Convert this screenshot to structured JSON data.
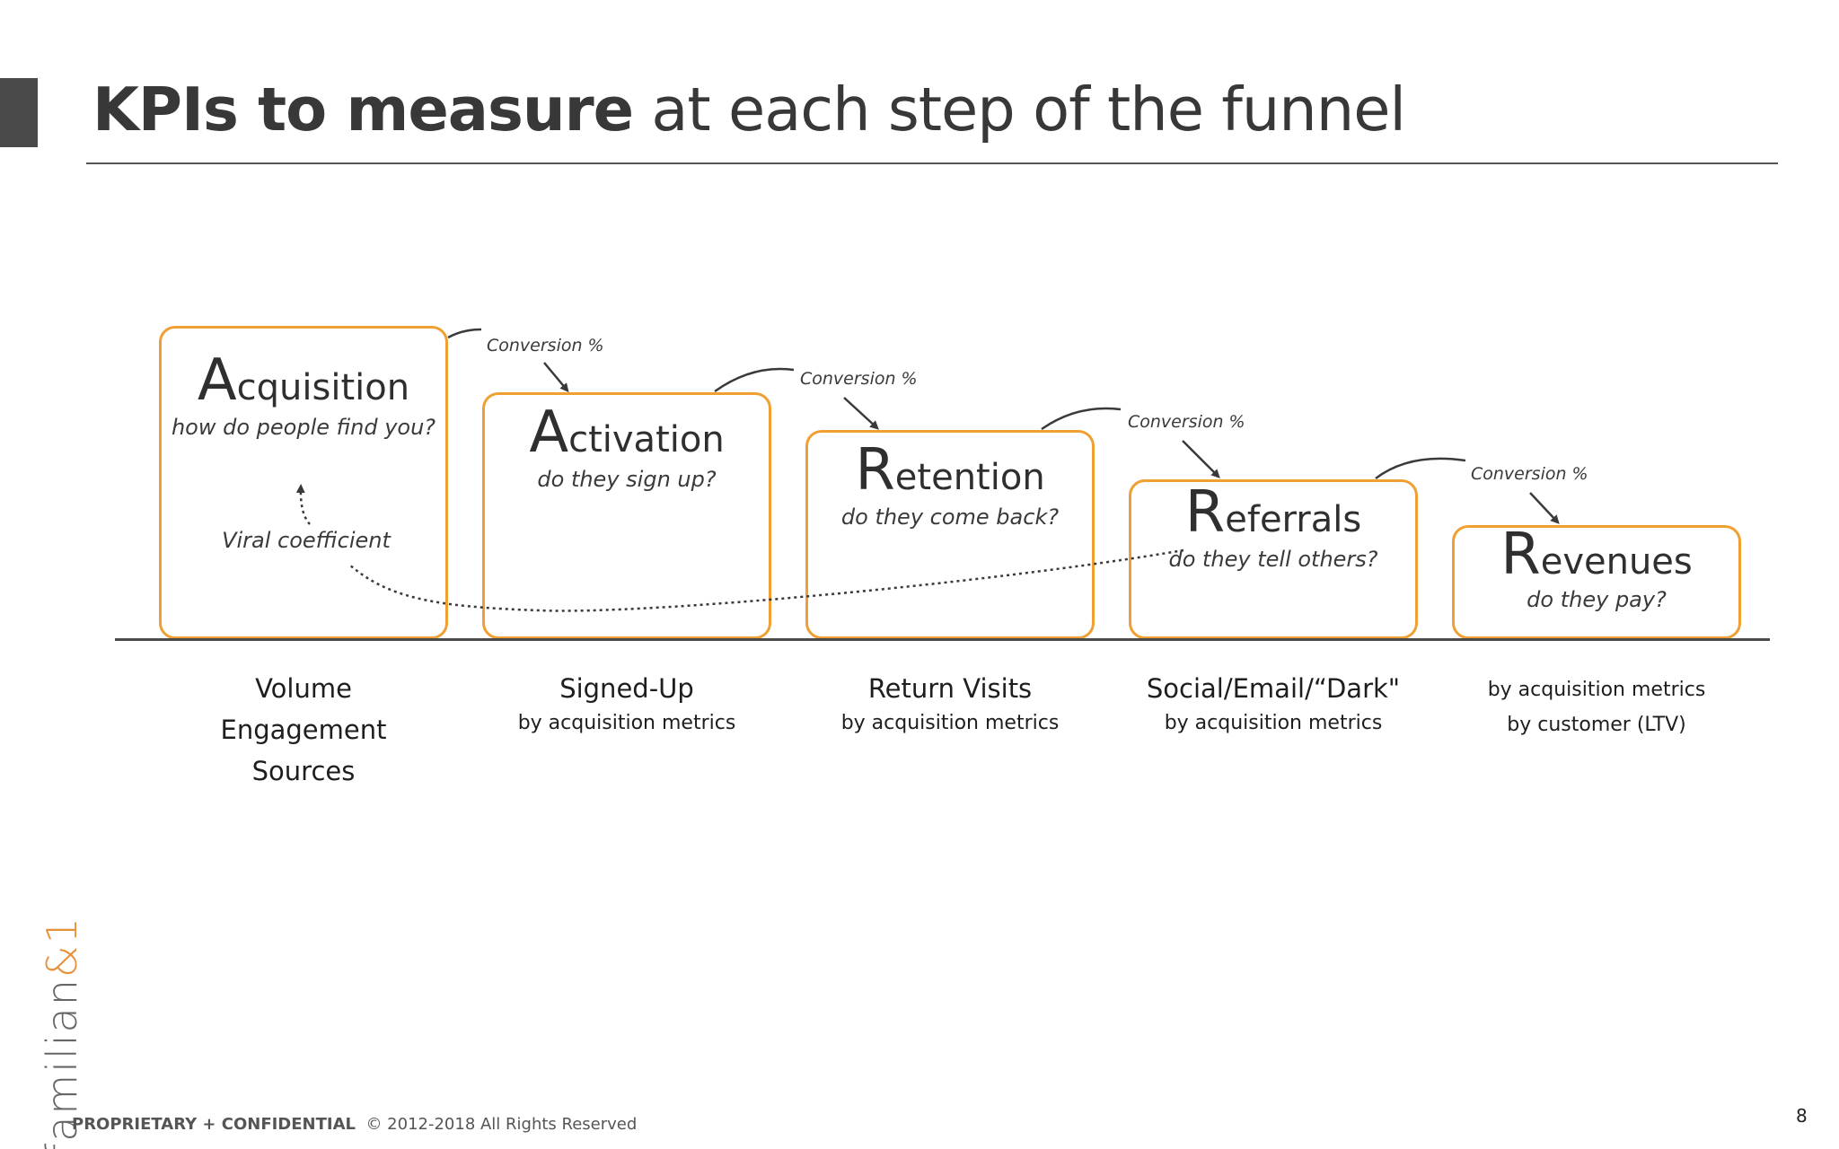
{
  "title": {
    "bold_part": "KPIs to measure",
    "rest": " at each step of the funnel"
  },
  "stages": [
    {
      "cap": "A",
      "rest": "cquisition",
      "question": "how do people find you?"
    },
    {
      "cap": "A",
      "rest": "ctivation",
      "question": "do they sign up?"
    },
    {
      "cap": "R",
      "rest": "etention",
      "question": "do they come back?"
    },
    {
      "cap": "R",
      "rest": "eferrals",
      "question": "do they tell others?"
    },
    {
      "cap": "R",
      "rest": "evenues",
      "question": "do they pay?"
    }
  ],
  "conversion_label": "Conversion %",
  "viral_label": "Viral coefficient",
  "metrics": [
    {
      "lines": [
        "Volume",
        "Engagement",
        "Sources"
      ]
    },
    {
      "main": "Signed-Up",
      "sub": "by acquisition metrics"
    },
    {
      "main": "Return Visits",
      "sub": "by acquisition metrics"
    },
    {
      "main": "Social/Email/“Dark\"",
      "sub": "by acquisition metrics"
    },
    {
      "lines": [
        "by acquisition metrics",
        "by customer (LTV)"
      ]
    }
  ],
  "logo": {
    "name": "familian",
    "amp": "&1"
  },
  "footer": {
    "label": "PROPRIETARY + CONFIDENTIAL",
    "copyright": "© 2012-2018 All Rights Reserved"
  },
  "page_number": "8",
  "colors": {
    "accent": "#f0a032",
    "text": "#2b2b2b",
    "rule": "#4a4a4a"
  }
}
